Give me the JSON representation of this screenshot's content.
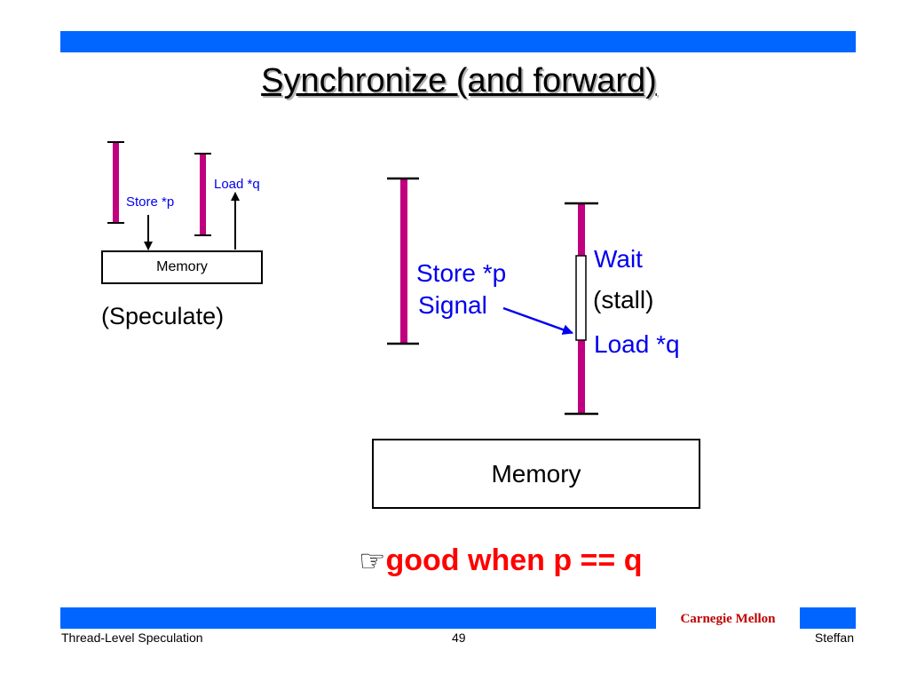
{
  "title": "Synchronize (and forward)",
  "left_diagram": {
    "store_label": "Store *p",
    "load_label": "Load *q",
    "memory_label": "Memory",
    "caption": "(Speculate)"
  },
  "right_diagram": {
    "store_label": "Store *p",
    "signal_label": "Signal",
    "wait_label": "Wait",
    "stall_label": "(stall)",
    "load_label": "Load *q",
    "memory_label": "Memory"
  },
  "note": {
    "icon": "pointing-hand-icon",
    "symbol": "☞",
    "text": "good when p == q"
  },
  "footer": {
    "brand": "Carnegie Mellon",
    "left": "Thread-Level Speculation",
    "page": "49",
    "right": "Steffan"
  },
  "colors": {
    "bar": "#0066ff",
    "thread": "#c0007f",
    "label_blue": "#0000ee",
    "emphasis": "#ff0000",
    "brand": "#c00000"
  }
}
